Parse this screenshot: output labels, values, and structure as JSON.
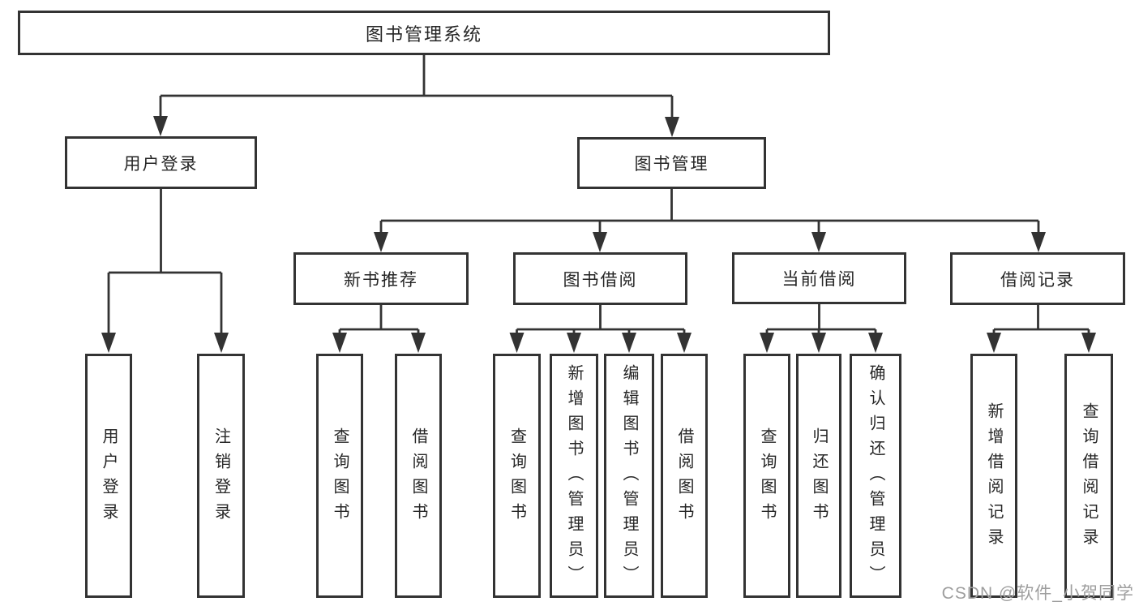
{
  "diagram": {
    "type": "hierarchy-tree",
    "colors": {
      "line": "#333333",
      "box_border": "#333333",
      "box_background": "#ffffff",
      "text": "#262626",
      "watermark": "#9e9e9e",
      "background": "#ffffff"
    },
    "root": {
      "label": "图书管理系统"
    },
    "branches": [
      {
        "label": "用户登录",
        "children": [
          {
            "label": "用户登录"
          },
          {
            "label": "注销登录"
          }
        ]
      },
      {
        "label": "图书管理",
        "children": [
          {
            "label": "新书推荐",
            "children": [
              {
                "label": "查询图书"
              },
              {
                "label": "借阅图书"
              }
            ]
          },
          {
            "label": "图书借阅",
            "children": [
              {
                "label": "查询图书"
              },
              {
                "label": "新增图书（管理员）"
              },
              {
                "label": "编辑图书（管理员）"
              },
              {
                "label": "借阅图书"
              }
            ]
          },
          {
            "label": "当前借阅",
            "children": [
              {
                "label": "查询图书"
              },
              {
                "label": "归还图书"
              },
              {
                "label": "确认归还（管理员）"
              }
            ]
          },
          {
            "label": "借阅记录",
            "children": [
              {
                "label": "新增借阅记录"
              },
              {
                "label": "查询借阅记录"
              }
            ]
          }
        ]
      }
    ],
    "watermark": "CSDN @软件_小贺同学"
  }
}
